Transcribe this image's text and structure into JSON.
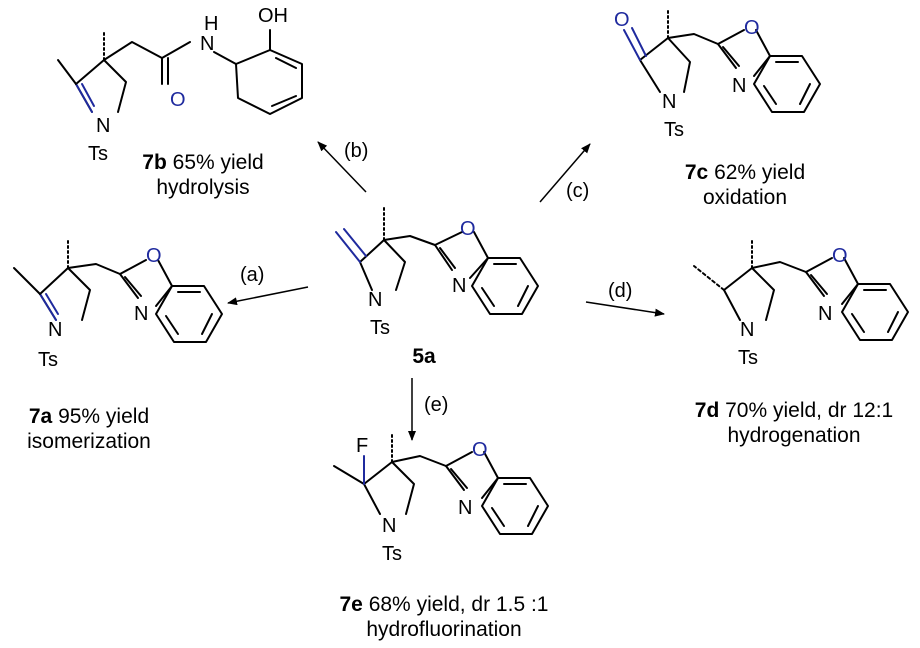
{
  "compounds": {
    "start": {
      "id": "5a"
    },
    "p7a": {
      "id": "7a",
      "yield": "95% yield",
      "process": "isomerization"
    },
    "p7b": {
      "id": "7b",
      "yield": "65% yield",
      "process": "hydrolysis"
    },
    "p7c": {
      "id": "7c",
      "yield": "62% yield",
      "process": "oxidation"
    },
    "p7d": {
      "id": "7d",
      "yield": "70% yield, dr 12:1",
      "process": "hydrogenation"
    },
    "p7e": {
      "id": "7e",
      "yield": "68% yield, dr 1.5 :1",
      "process": "hydrofluorination"
    }
  },
  "conditions": {
    "a": "(a)",
    "b": "(b)",
    "c": "(c)",
    "d": "(d)",
    "e": "(e)"
  },
  "atoms": {
    "N": "N",
    "O": "O",
    "Ts": "Ts",
    "OH": "OH",
    "H": "H",
    "F": "F"
  },
  "colors": {
    "bond": "#000000",
    "highlight": "#1f2a9e"
  }
}
